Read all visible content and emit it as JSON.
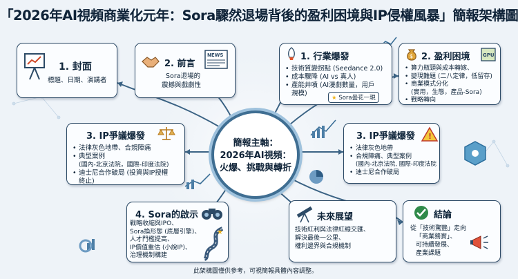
{
  "title": "「2026年AI視頻商業化元年：Sora驟然退場背後的盈利困境與IP侵權風暴」簡報架構圖",
  "center": {
    "line1": "簡報主軸：",
    "line2": "2026年AI視頻：",
    "line3": "火爆、挑戰與轉折"
  },
  "cards": {
    "cover": {
      "heading": "1. 封面",
      "text": "標題、日期、演講者"
    },
    "preface": {
      "heading": "2. 前言",
      "line1": "Sora退場的",
      "line2": "震撼與戲劇性"
    },
    "industry": {
      "heading": "1. 行業爆發",
      "items": [
        "技術質變拐點 (Seedance 2.0)",
        "成本驟降 (AI vs 真人)",
        "產能井噴 (AI漫劇數量，用戶",
        "規模)"
      ],
      "badge": "Sora曇花一現"
    },
    "profit": {
      "heading": "2. 盈利困境",
      "items": [
        "算力瓶頸與成本轉嫁、",
        "變現難題 (二八定律，低留存)",
        "商業模式分化",
        "(實用，生態，產品-Sora)",
        "戰略轉向"
      ]
    },
    "ip_left": {
      "heading": "3. IP爭議爆發",
      "items": [
        "法律灰色地帶、合規陣痛",
        "典型案例",
        "(國內-北京法院，國際-印度法院)",
        "迪士尼合作破局 (投資與IP授權",
        "終止)"
      ]
    },
    "ip_right": {
      "heading": "3. IP爭議爆發",
      "items": [
        "法律灰色地帶",
        "合規陣痛、典型案例",
        "(國內-北京法院, 國際-印度法院",
        "迪士尼合作破局"
      ]
    },
    "inspiration": {
      "heading": "4. Sora的啟示",
      "items": [
        "戰略收縮與IPO、",
        "Sora換形態 (底層引擎)、",
        "人才門檻提高、",
        "IP價值重估 (小說IP)、",
        "治理機制構建"
      ]
    },
    "outlook": {
      "heading": "未來展望",
      "line1": "技術紅利與法律紅線交匯、",
      "line2": "解決最後一公里、",
      "line3": "權利邊界與合規機制"
    },
    "conclusion": {
      "heading": "結論",
      "line1": "從「技術驚艷」走向",
      "line2": "「商業務實」、",
      "line3": "可持續發展、",
      "line4": "產業課題"
    }
  },
  "icons": {
    "news_label": "NEWS",
    "gpu_label": "GPU"
  },
  "footer": "此架構圖僅供參考，可視簡報具體內容調整。"
}
